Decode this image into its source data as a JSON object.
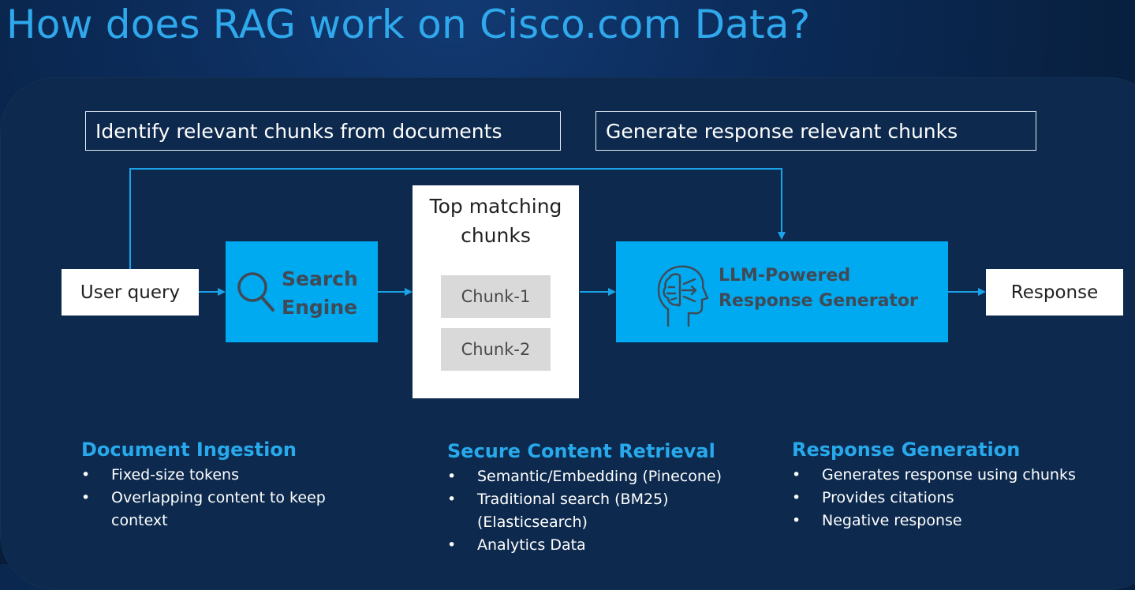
{
  "title": "How does RAG work on Cisco.com Data?",
  "header_boxes": {
    "left": "Identify relevant chunks from documents",
    "right": "Generate response relevant chunks"
  },
  "diagram": {
    "user_query": "User query",
    "search_engine_line1": "Search",
    "search_engine_line2": "Engine",
    "top_matching_line1": "Top matching",
    "top_matching_line2": "chunks",
    "chunks": [
      "Chunk-1",
      "Chunk-2"
    ],
    "llm_line1": "LLM-Powered",
    "llm_line2": "Response Generator",
    "response": "Response"
  },
  "colors": {
    "accent_blue": "#00aaf0",
    "heading_blue": "#27a9ec",
    "connector": "#1aa3e8"
  },
  "sections": [
    {
      "heading": "Document Ingestion",
      "bullets": [
        "Fixed-size tokens",
        "Overlapping content to keep context"
      ]
    },
    {
      "heading": "Secure Content Retrieval",
      "bullets": [
        "Semantic/Embedding (Pinecone)",
        "Traditional search (BM25) (Elasticsearch)",
        "Analytics Data"
      ]
    },
    {
      "heading": "Response Generation",
      "bullets": [
        "Generates response using chunks",
        "Provides citations",
        "Negative response"
      ]
    }
  ]
}
